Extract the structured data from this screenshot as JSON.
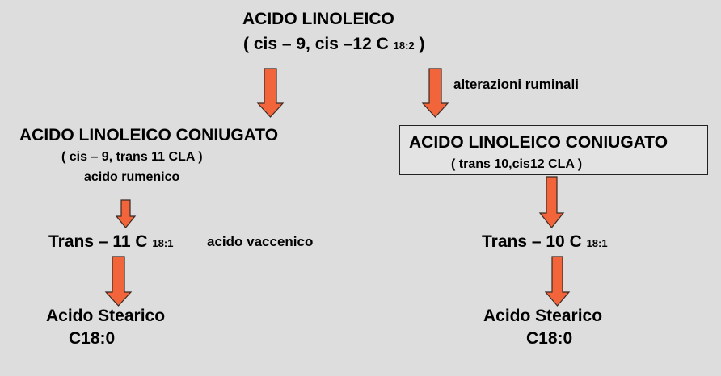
{
  "top": {
    "title": "ACIDO LINOLEICO",
    "formula_main": "( cis – 9, cis –12 C ",
    "formula_sub": "18:2",
    "formula_end": " )"
  },
  "right_arrow_label": "alterazioni ruminali",
  "left": {
    "title": "ACIDO LINOLEICO CONIUGATO",
    "detail": "( cis – 9, trans 11 CLA )",
    "name": "acido rumenico",
    "trans_main": "Trans – 11 C ",
    "trans_sub": "18:1",
    "trans_name": "acido vaccenico",
    "stearic": "Acido Stearico",
    "stearic_code": "C18:0"
  },
  "right": {
    "title": "ACIDO LINOLEICO CONIUGATO",
    "detail": "( trans 10,cis12 CLA )",
    "trans_main": "Trans – 10 C ",
    "trans_sub": "18:1",
    "stearic": "Acido Stearico",
    "stearic_code": "C18:0"
  },
  "colors": {
    "arrow_fill": "#f2643a",
    "arrow_stroke": "#3a2a24",
    "background": "#dddddd"
  }
}
